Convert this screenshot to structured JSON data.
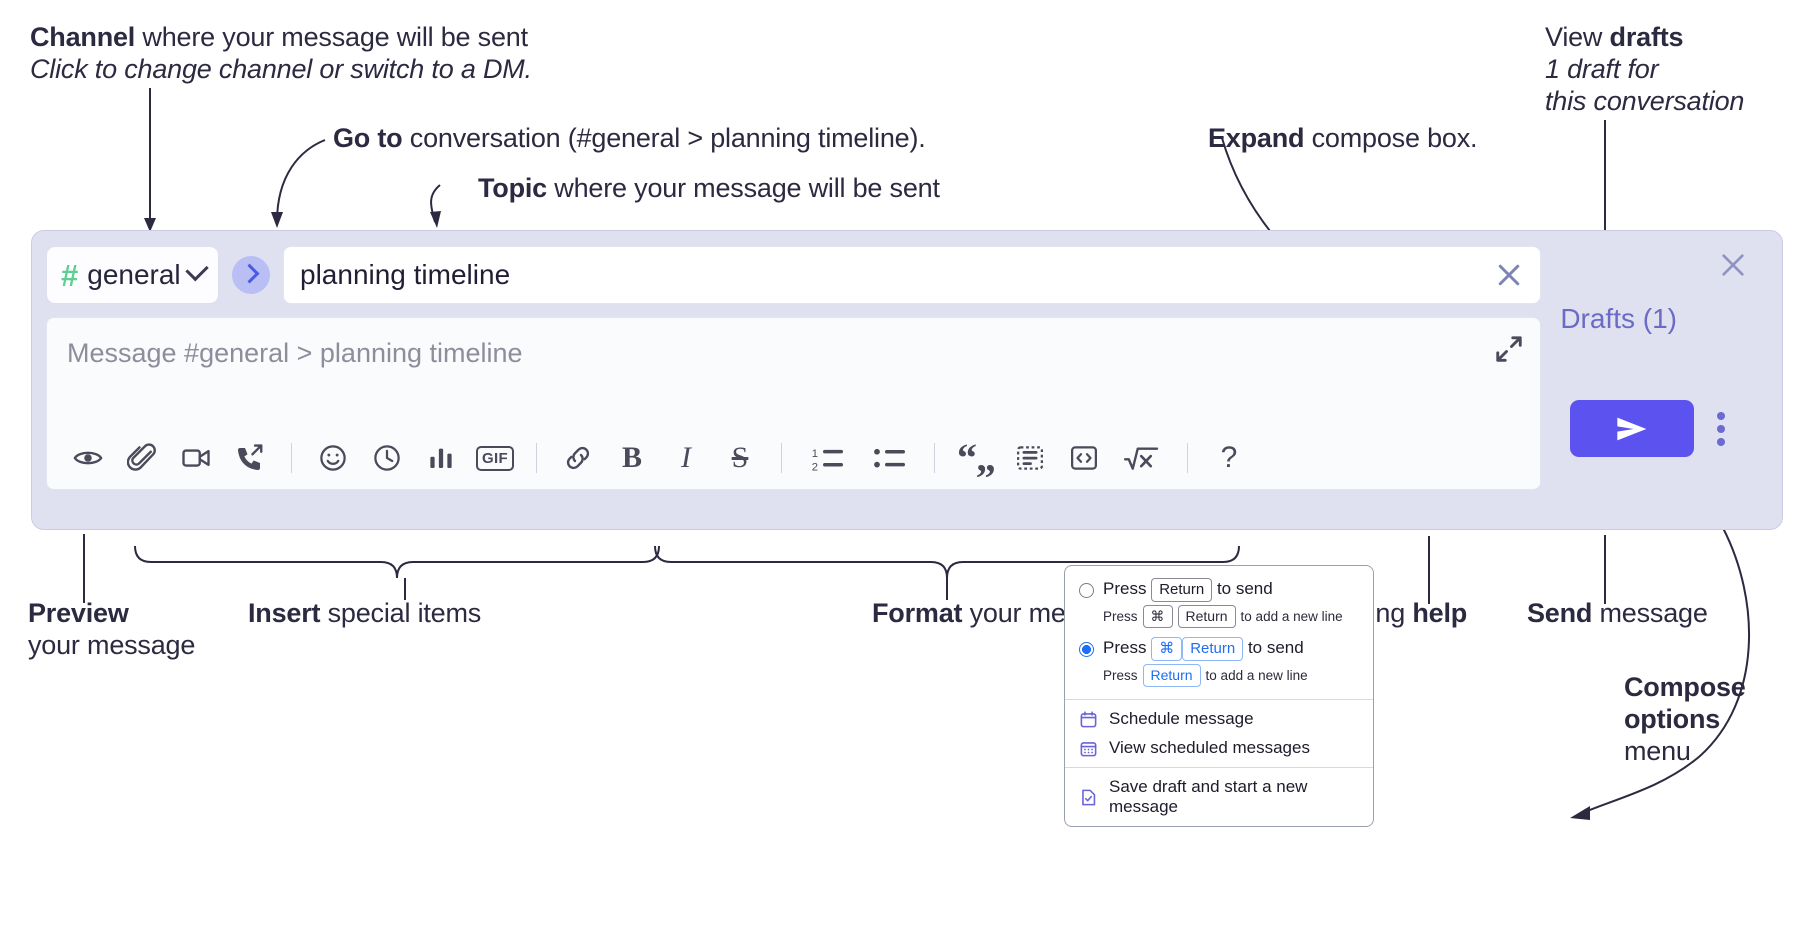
{
  "annotations": {
    "channel": {
      "bold": "Channel",
      "rest": " where your message will be sent",
      "italic": "Click to change channel or switch to a DM."
    },
    "goto": {
      "bold": "Go to",
      "rest": " conversation (#general > planning timeline)."
    },
    "topic": {
      "bold": "Topic",
      "rest": " where your message will be sent"
    },
    "expand": {
      "bold": "Expand",
      "rest": " compose box."
    },
    "drafts": {
      "lead": "View ",
      "bold": "drafts",
      "italic1": "1 draft for",
      "italic2": "this conversation"
    },
    "preview": {
      "bold": "Preview",
      "rest": "your message"
    },
    "insert": {
      "bold": "Insert",
      "rest": " special items"
    },
    "format": {
      "bold": "Format",
      "rest": " your message"
    },
    "help": {
      "lead": "Formatting ",
      "bold": "help"
    },
    "send": {
      "bold": "Send",
      "rest": " message"
    },
    "compose_options": {
      "bold1": "Compose",
      "bold2": "options",
      "rest": "menu"
    }
  },
  "compose": {
    "channel_name": "general",
    "channel_hash": "#",
    "topic_value": "planning timeline",
    "message_placeholder": "Message #general > planning timeline",
    "drafts_label": "Drafts (1)",
    "send_icon": "send-paper-plane-icon",
    "accent_send": "#5b52f0",
    "accent_hash": "#5ece92",
    "panel_bg": "#dfe1f0",
    "toolbar": [
      {
        "name": "preview-message-icon",
        "label": "Preview"
      },
      {
        "name": "attach-file-icon",
        "label": "Attach file"
      },
      {
        "name": "video-clip-icon",
        "label": "Record video clip"
      },
      {
        "name": "audio-clip-icon",
        "label": "Record audio clip"
      },
      {
        "name": "emoji-icon",
        "label": "Emoji"
      },
      {
        "name": "reminder-clock-icon",
        "label": "Reminder"
      },
      {
        "name": "poll-bars-icon",
        "label": "Poll"
      },
      {
        "name": "gif-icon",
        "label": "GIF"
      },
      {
        "name": "link-icon",
        "label": "Link"
      },
      {
        "name": "bold-icon",
        "label": "B"
      },
      {
        "name": "italic-icon",
        "label": "I"
      },
      {
        "name": "strikethrough-icon",
        "label": "S"
      },
      {
        "name": "ordered-list-icon",
        "label": "Ordered list"
      },
      {
        "name": "bulleted-list-icon",
        "label": "Bulleted list"
      },
      {
        "name": "blockquote-icon",
        "label": "Blockquote"
      },
      {
        "name": "code-block-icon",
        "label": "Code block"
      },
      {
        "name": "inline-code-icon",
        "label": "Inline code"
      },
      {
        "name": "math-icon",
        "label": "Math"
      },
      {
        "name": "formatting-help-icon",
        "label": "?"
      }
    ]
  },
  "options_menu": {
    "send_modes": [
      {
        "selected": false,
        "main": [
          "Press ",
          "Return",
          " to send"
        ],
        "sub": [
          "Press ",
          "⌘",
          "Return",
          " to add a new line"
        ]
      },
      {
        "selected": true,
        "main": [
          "Press ",
          "⌘",
          "Return",
          " to send"
        ],
        "sub": [
          "Press ",
          "Return",
          " to add a new line"
        ]
      }
    ],
    "items": [
      {
        "icon": "calendar-schedule-icon",
        "label": "Schedule message"
      },
      {
        "icon": "calendar-grid-icon",
        "label": "View scheduled messages"
      },
      {
        "icon": "save-draft-icon",
        "label": "Save draft and start a new message"
      }
    ]
  }
}
